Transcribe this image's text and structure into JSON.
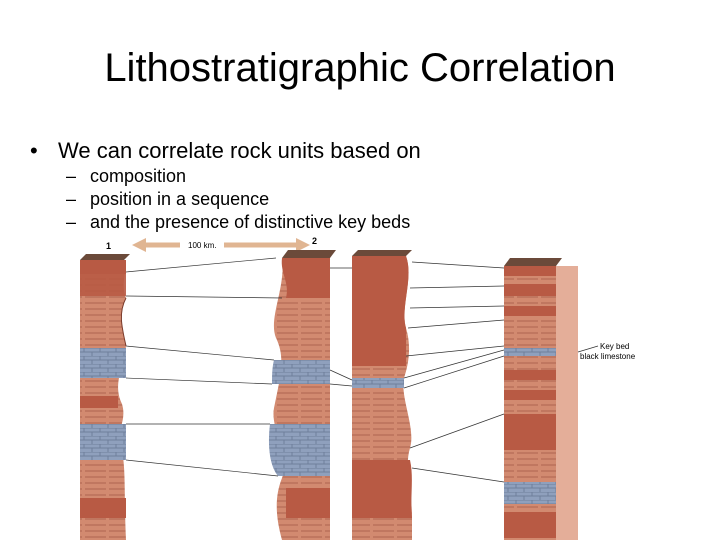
{
  "slide": {
    "title": "Lithostratigraphic Correlation",
    "bullet": "We can correlate rock units based on",
    "sub_items": [
      "composition",
      "position in a sequence",
      "and the presence of distinctive key beds"
    ]
  },
  "diagram": {
    "column_labels": [
      "1",
      "2"
    ],
    "distance_label": "100 km.",
    "key_bed_label_line1": "Key bed",
    "key_bed_label_line2": "black limestone",
    "colors": {
      "sandstone": "#b85a44",
      "sandstone_light": "#d98c6e",
      "shale": "#c77a62",
      "limestone": "#8fa0bd",
      "limestone_dark": "#6f7f9c",
      "top_face": "#6b4a3a",
      "arrow": "#e0b592"
    }
  }
}
